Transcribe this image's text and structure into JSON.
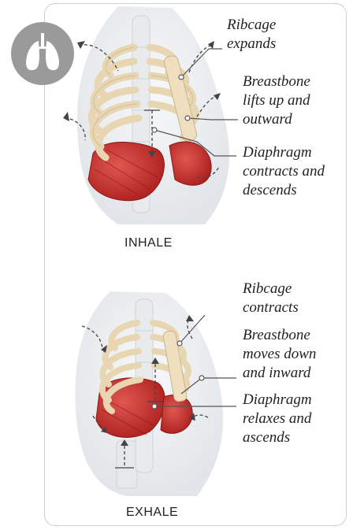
{
  "inhale": {
    "phase_label": "INHALE",
    "ribcage": [
      "Ribcage",
      "expands"
    ],
    "breastbone": [
      "Breastbone",
      "lifts up and",
      "outward"
    ],
    "diaphragm": [
      "Diaphragm",
      "contracts and",
      "descends"
    ]
  },
  "exhale": {
    "phase_label": "EXHALE",
    "ribcage": [
      "Ribcage",
      "contracts"
    ],
    "breastbone": [
      "Breastbone",
      "moves down",
      "and inward"
    ],
    "diaphragm": [
      "Diaphragm",
      "relaxes and",
      "ascends"
    ]
  },
  "icons": {
    "badge": "lungs-icon"
  },
  "colors": {
    "bone": "#f0e3c8",
    "bone_stroke": "#c8b48e",
    "muscle": "#c8302c",
    "body": "#e9ecef",
    "badge": "#9a9a9a"
  }
}
